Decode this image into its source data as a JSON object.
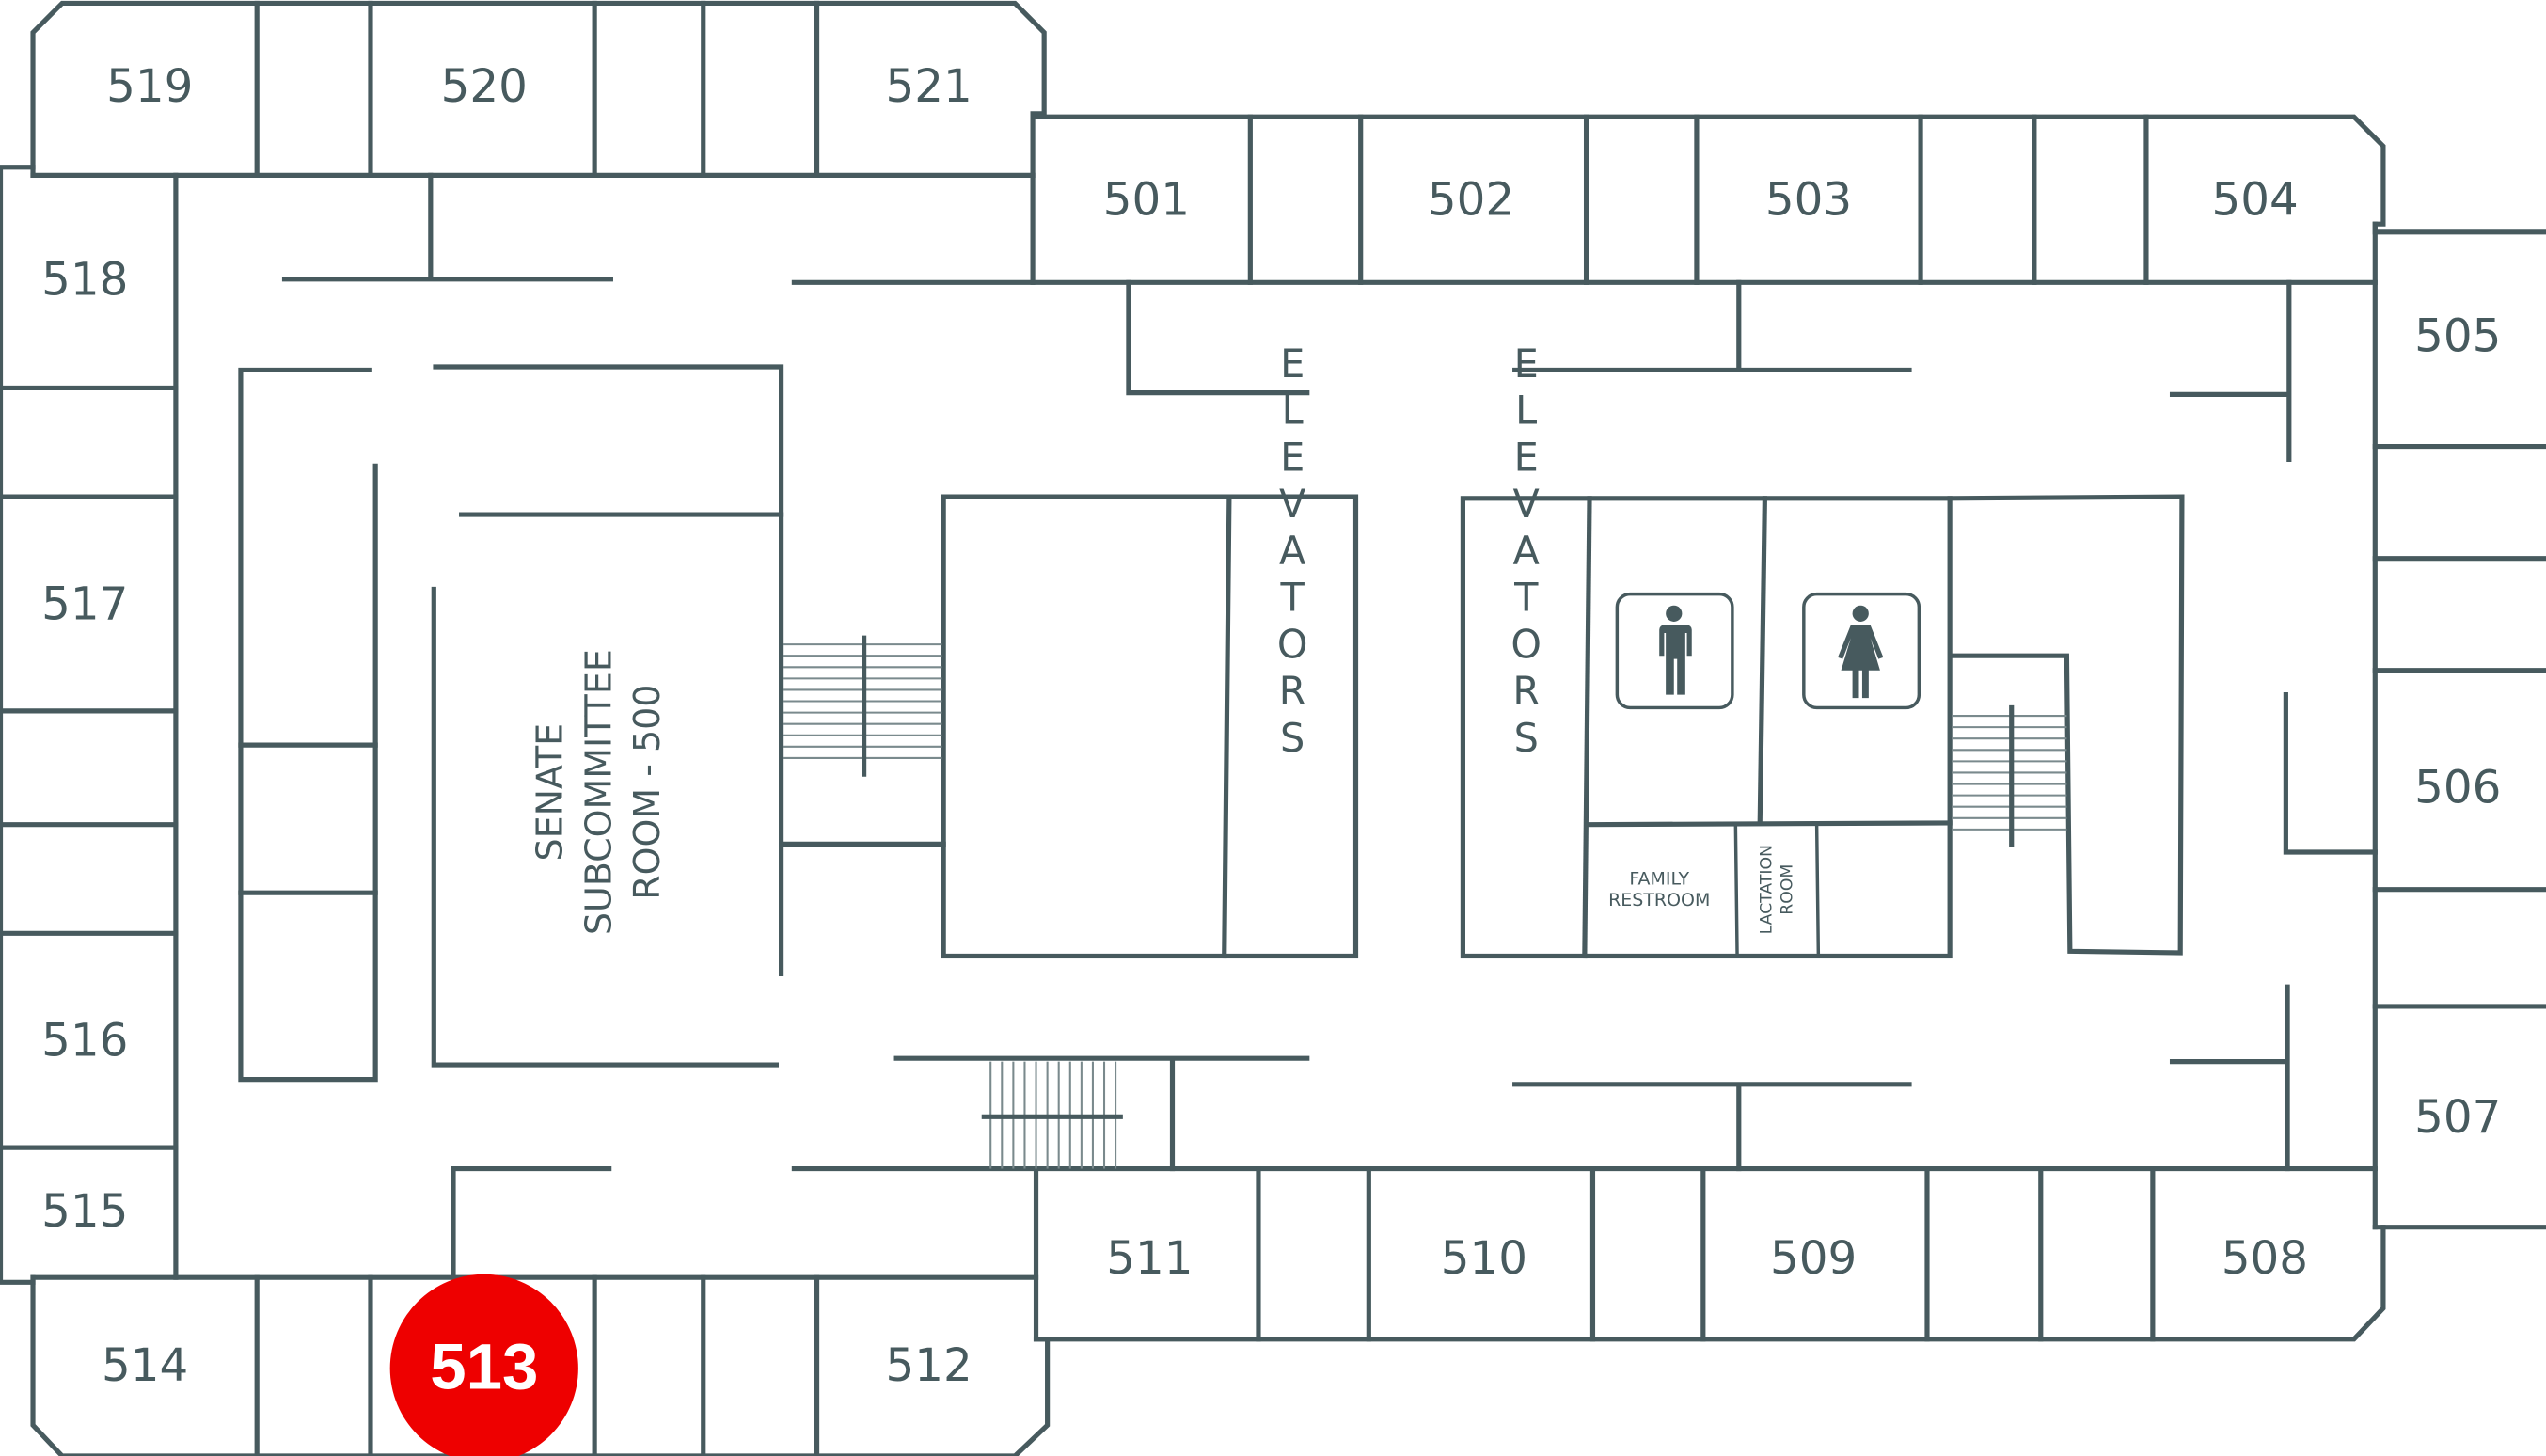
{
  "floor": "500",
  "colors": {
    "wall": "#475a5e",
    "highlight": "#ee0000",
    "background": "#ffffff"
  },
  "highlighted_room": "513",
  "rooms": {
    "r519": "519",
    "r520": "520",
    "r521": "521",
    "r501": "501",
    "r502": "502",
    "r503": "503",
    "r504": "504",
    "r505": "505",
    "r506": "506",
    "r507": "507",
    "r508": "508",
    "r509": "509",
    "r510": "510",
    "r511": "511",
    "r512": "512",
    "r513": "513",
    "r514": "514",
    "r515": "515",
    "r516": "516",
    "r517": "517",
    "r518": "518"
  },
  "senate_room": {
    "line1": "SENATE",
    "line2": "SUBCOMMITTEE",
    "line3": "ROOM - 500"
  },
  "elevators_left": "ELEVATORS",
  "elevators_right": "ELEVATORS",
  "family_restroom": {
    "line1": "FAMILY",
    "line2": "RESTROOM"
  },
  "lactation_room": {
    "line1": "LACTATION",
    "line2": "ROOM"
  },
  "icons": {
    "mens": "mens-restroom-icon",
    "womens": "womens-restroom-icon"
  }
}
